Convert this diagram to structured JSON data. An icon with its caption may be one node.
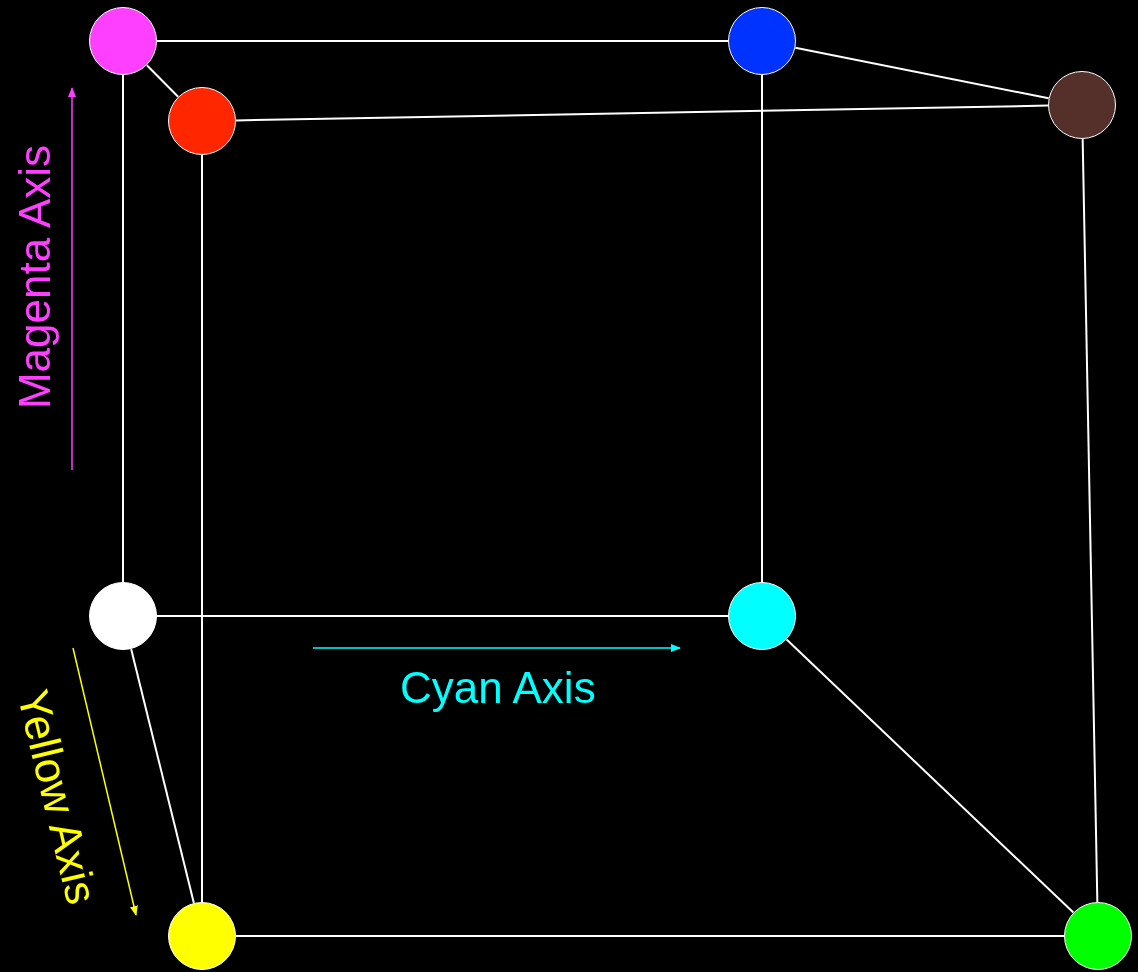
{
  "diagram": {
    "nodes": [
      {
        "text": [],
        "shape": "circle"
      },
      {
        "text": [],
        "shape": "circle"
      },
      {
        "text": [],
        "shape": "circle"
      },
      {
        "text": [],
        "shape": "circle"
      },
      {
        "text": [],
        "shape": "circle"
      },
      {
        "text": [],
        "shape": "circle"
      },
      {
        "text": [],
        "shape": "circle"
      },
      {
        "text": [],
        "shape": "circle"
      }
    ],
    "edges": [
      {
        "from": 0,
        "to": 1,
        "arrow": "none"
      },
      {
        "from": 0,
        "to": 2,
        "arrow": "none"
      },
      {
        "from": 0,
        "to": 4,
        "arrow": "none"
      },
      {
        "from": 1,
        "to": 3,
        "arrow": "none"
      },
      {
        "from": 1,
        "to": 5,
        "arrow": "none"
      },
      {
        "from": 2,
        "to": 3,
        "arrow": "none"
      },
      {
        "from": 2,
        "to": 6,
        "arrow": "none"
      },
      {
        "from": 3,
        "to": 7,
        "arrow": "none"
      },
      {
        "from": 4,
        "to": 5,
        "arrow": "none"
      },
      {
        "from": 4,
        "to": 6,
        "arrow": "none"
      },
      {
        "from": 5,
        "to": 7,
        "arrow": "none"
      },
      {
        "from": 6,
        "to": 7,
        "arrow": "none"
      }
    ],
    "labels": [
      "Magenta Axis",
      "Cyan Axis",
      "Yellow Axis"
    ]
  }
}
